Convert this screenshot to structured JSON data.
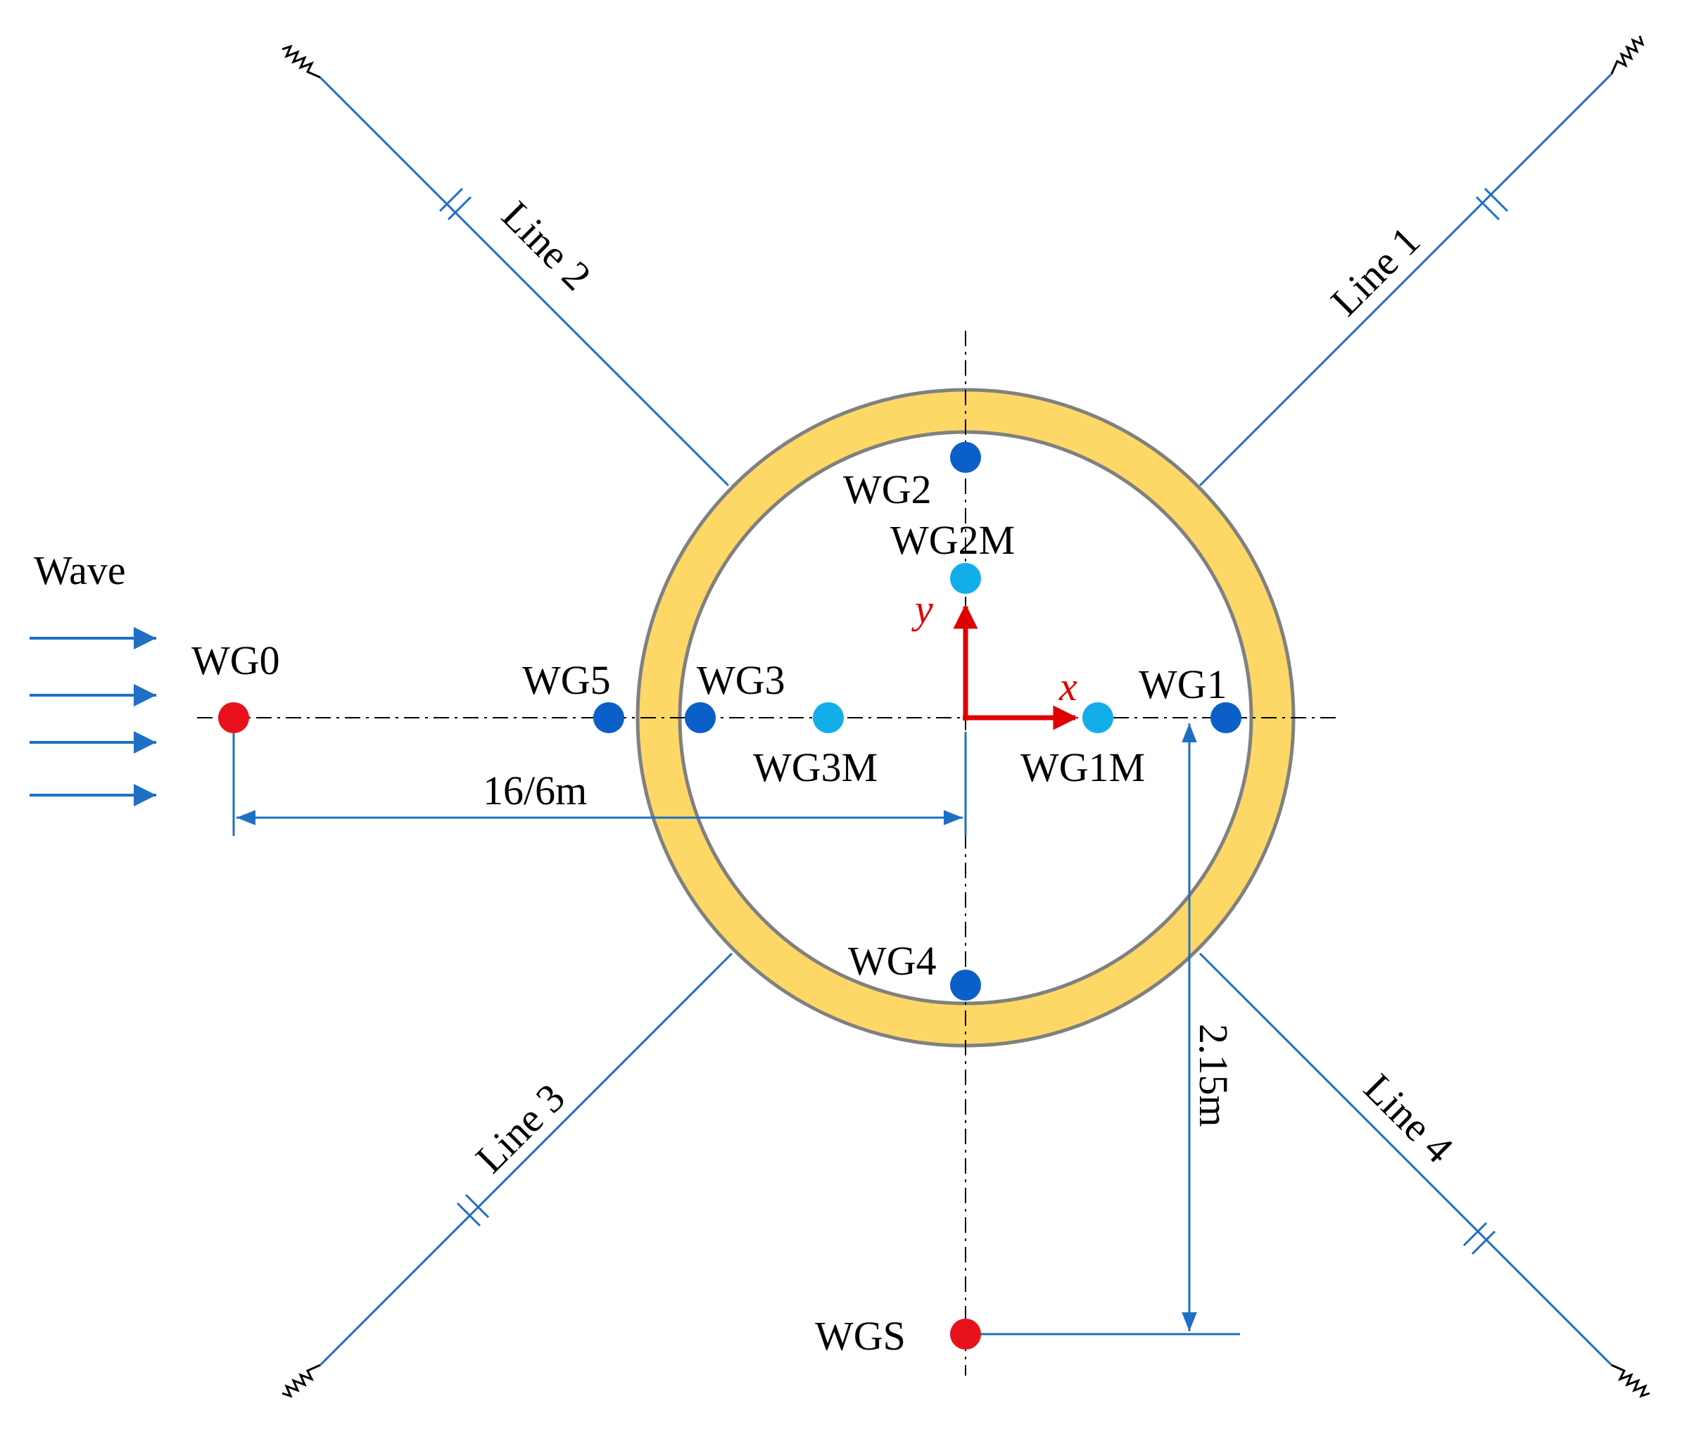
{
  "colors": {
    "ring_fill": "#FDD866",
    "ring_stroke": "#808080",
    "mooring_line": "#1F6FC4",
    "gauge_dark": "#0A5FC8",
    "gauge_light": "#12AEEA",
    "gauge_red": "#E8121C",
    "axis_red": "#E00000",
    "dimension": "#1F6FC4",
    "centerline": "#000000"
  },
  "wave": {
    "label": "Wave",
    "arrow_count": 4
  },
  "axes": {
    "x_label": "x",
    "y_label": "y"
  },
  "mooring_lines": [
    {
      "id": "line1",
      "label": "Line 1"
    },
    {
      "id": "line2",
      "label": "Line 2"
    },
    {
      "id": "line3",
      "label": "Line 3"
    },
    {
      "id": "line4",
      "label": "Line 4"
    }
  ],
  "wave_gauges": [
    {
      "id": "wg0",
      "label": "WG0",
      "color": "red"
    },
    {
      "id": "wg5",
      "label": "WG5",
      "color": "dark"
    },
    {
      "id": "wg3",
      "label": "WG3",
      "color": "dark"
    },
    {
      "id": "wg3m",
      "label": "WG3M",
      "color": "light"
    },
    {
      "id": "wg1m",
      "label": "WG1M",
      "color": "light"
    },
    {
      "id": "wg1",
      "label": "WG1",
      "color": "dark"
    },
    {
      "id": "wg2",
      "label": "WG2",
      "color": "dark"
    },
    {
      "id": "wg2m",
      "label": "WG2M",
      "color": "light"
    },
    {
      "id": "wg4",
      "label": "WG4",
      "color": "dark"
    },
    {
      "id": "wgs",
      "label": "WGS",
      "color": "red"
    }
  ],
  "dimensions": {
    "horizontal": "16/6m",
    "vertical": "2.15m"
  }
}
